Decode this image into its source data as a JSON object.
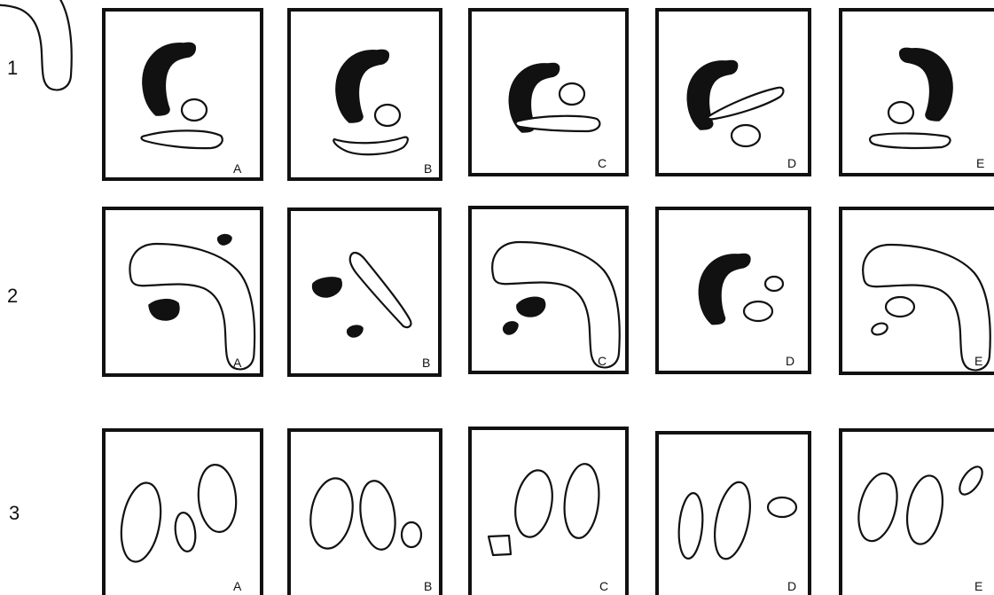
{
  "rows": [
    {
      "label": "1",
      "panels": [
        {
          "letter": "A"
        },
        {
          "letter": "B"
        },
        {
          "letter": "C"
        },
        {
          "letter": "D"
        },
        {
          "letter": "E"
        }
      ]
    },
    {
      "label": "2",
      "panels": [
        {
          "letter": "A"
        },
        {
          "letter": "B"
        },
        {
          "letter": "C"
        },
        {
          "letter": "D"
        },
        {
          "letter": "E"
        }
      ]
    },
    {
      "label": "3",
      "panels": [
        {
          "letter": "A"
        },
        {
          "letter": "B"
        },
        {
          "letter": "C"
        },
        {
          "letter": "D"
        },
        {
          "letter": "E"
        }
      ]
    }
  ]
}
